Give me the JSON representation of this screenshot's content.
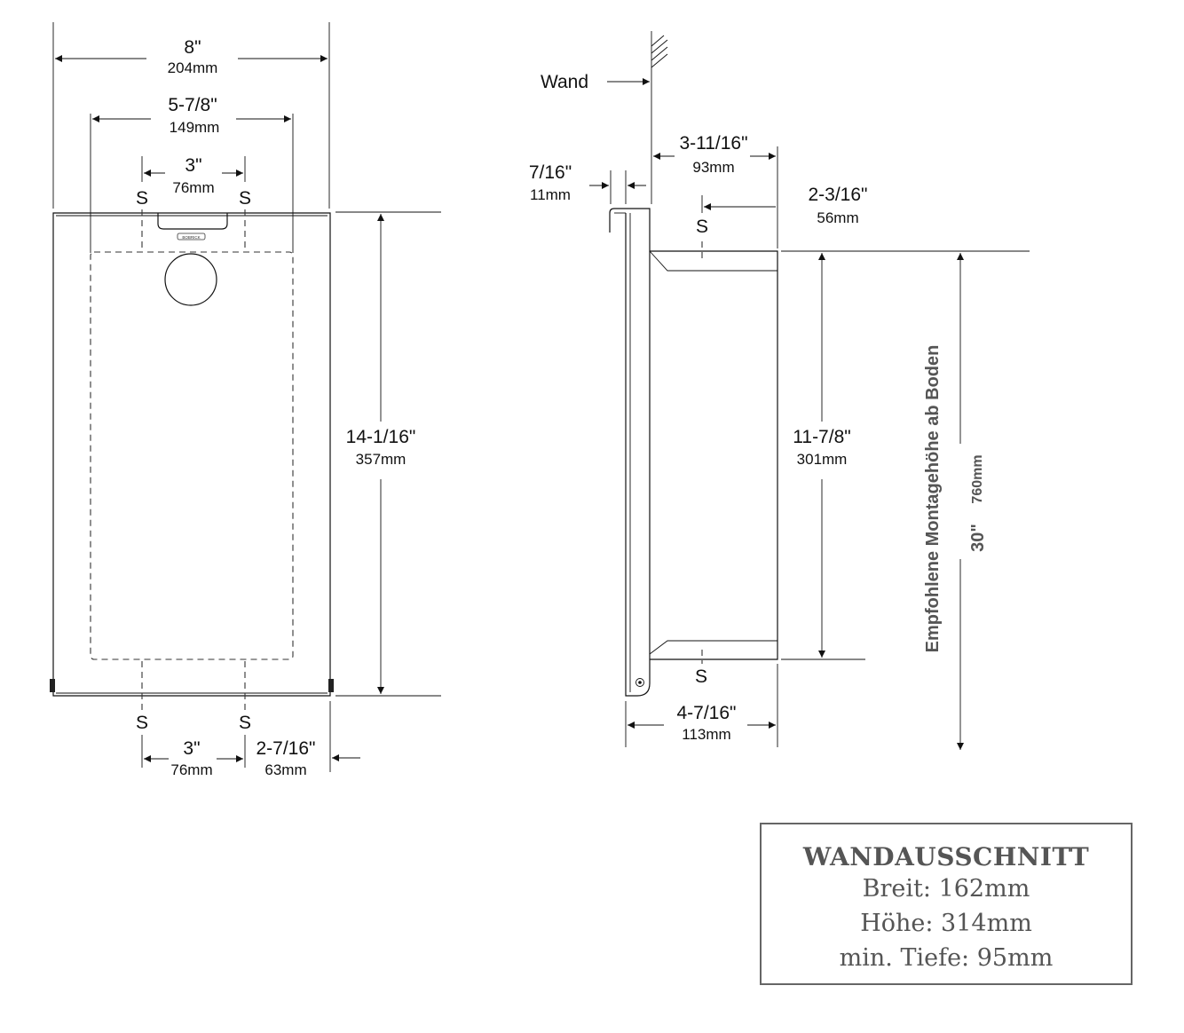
{
  "front_view": {
    "width_in": "8\"",
    "width_mm": "204mm",
    "inner_width_in": "5-7/8\"",
    "inner_width_mm": "149mm",
    "screw_spacing_top_in": "3\"",
    "screw_spacing_top_mm": "76mm",
    "height_in": "14-1/16\"",
    "height_mm": "357mm",
    "screw_spacing_bottom_in": "3\"",
    "screw_spacing_bottom_mm": "76mm",
    "screw_offset_in": "2-7/16\"",
    "screw_offset_mm": "63mm",
    "screw_label": "S",
    "brand_mark": "BOBRICK"
  },
  "side_view": {
    "wall_label": "Wand",
    "flange_in": "7/16\"",
    "flange_mm": "11mm",
    "recess_depth_in": "3-11/16\"",
    "recess_depth_mm": "93mm",
    "screw_depth_in": "2-3/16\"",
    "screw_depth_mm": "56mm",
    "recess_height_in": "11-7/8\"",
    "recess_height_mm": "301mm",
    "total_depth_in": "4-7/16\"",
    "total_depth_mm": "113mm",
    "screw_label": "S",
    "mounting_height_label": "Empfohlene Montagehöhe ab Boden",
    "mounting_height_in": "30\"",
    "mounting_height_mm": "760mm"
  },
  "cutout": {
    "title": "WANDAUSSCHNITT",
    "width": "Breit: 162mm",
    "height": "Höhe: 314mm",
    "depth": "min. Tiefe: 95mm"
  }
}
